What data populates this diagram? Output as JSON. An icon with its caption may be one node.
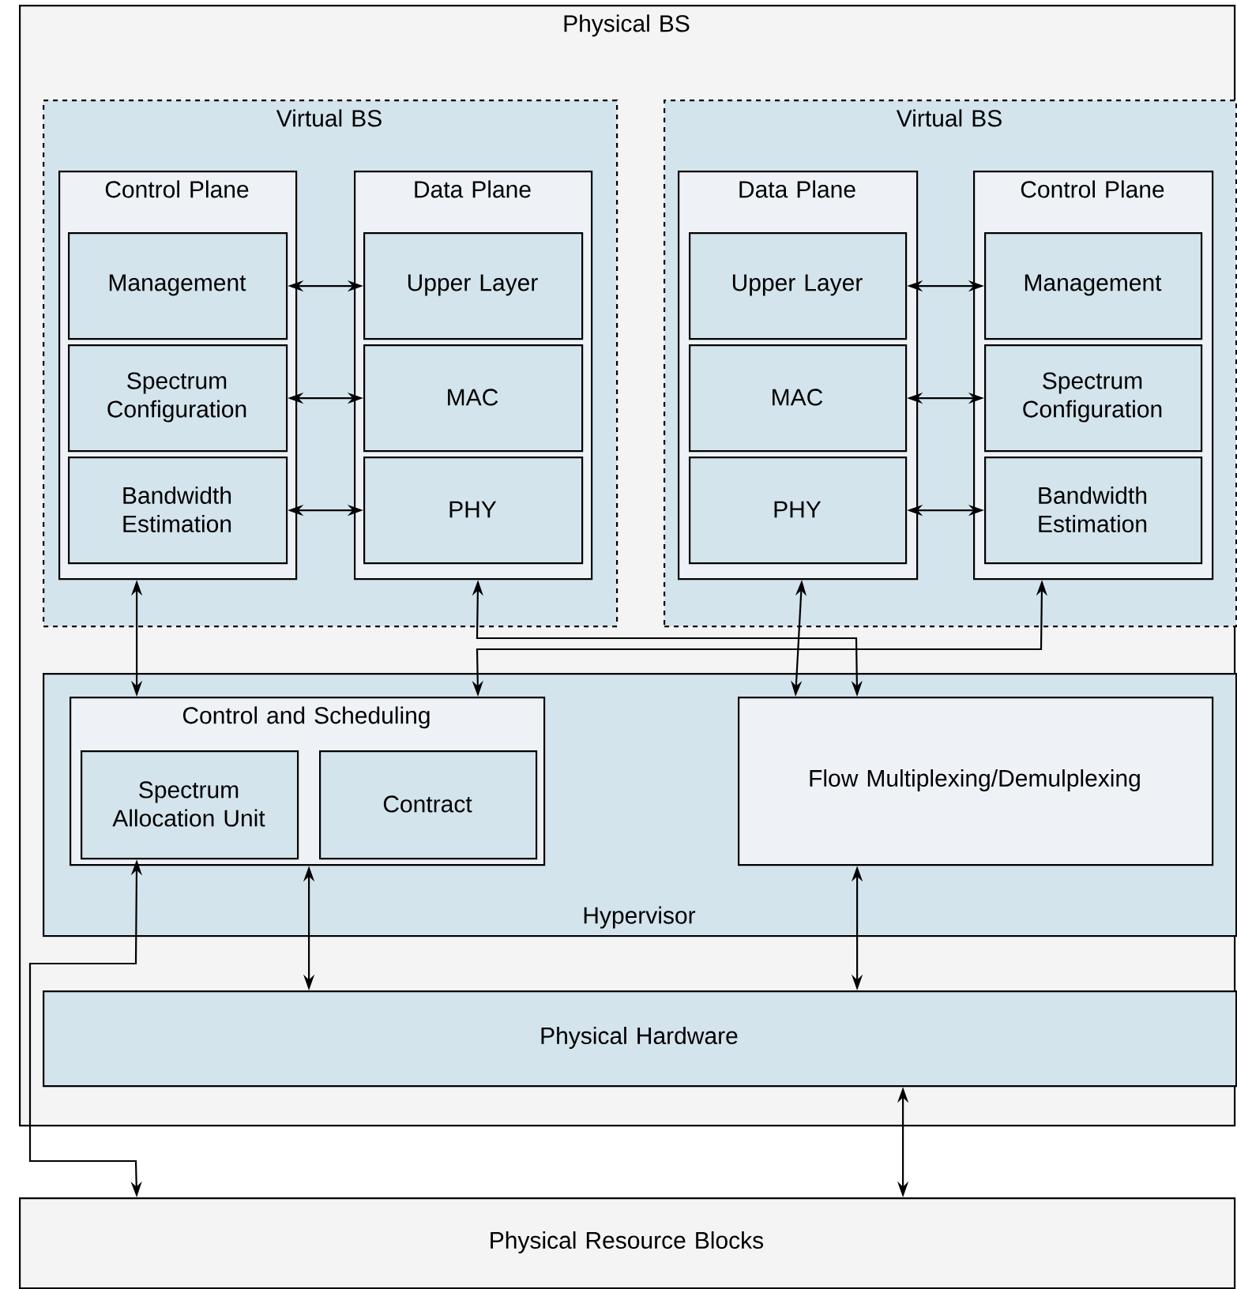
{
  "diagram": {
    "nodes": [
      {
        "text": [
          "Physical BS"
        ]
      },
      {
        "text": [
          "Virtual BS"
        ],
        "in": 0
      },
      {
        "text": [
          "Control Plane"
        ],
        "in": 1
      },
      {
        "text": [
          "Management"
        ],
        "in": 2
      },
      {
        "text": [
          "Spectrum Configuration"
        ],
        "in": 2
      },
      {
        "text": [
          "Bandwidth Estimation"
        ],
        "in": 2
      },
      {
        "text": [
          "Data Plane"
        ],
        "in": 1
      },
      {
        "text": [
          "Upper Layer"
        ],
        "in": 6
      },
      {
        "text": [
          "MAC"
        ],
        "in": 6
      },
      {
        "text": [
          "PHY"
        ],
        "in": 6
      },
      {
        "text": [
          "Virtual BS"
        ],
        "in": 0
      },
      {
        "text": [
          "Data Plane"
        ],
        "in": 10
      },
      {
        "text": [
          "Upper Layer"
        ],
        "in": 11
      },
      {
        "text": [
          "MAC"
        ],
        "in": 11
      },
      {
        "text": [
          "PHY"
        ],
        "in": 11
      },
      {
        "text": [
          "Control Plane"
        ],
        "in": 10
      },
      {
        "text": [
          "Management"
        ],
        "in": 15
      },
      {
        "text": [
          "Spectrum Configuration"
        ],
        "in": 15
      },
      {
        "text": [
          "Bandwidth Estimation"
        ],
        "in": 15
      },
      {
        "text": [
          "Hypervisor"
        ],
        "in": 0
      },
      {
        "text": [
          "Control and Scheduling"
        ],
        "in": 19
      },
      {
        "text": [
          "Spectrum Allocation Unit"
        ],
        "in": 20
      },
      {
        "text": [
          "Contract"
        ],
        "in": 20
      },
      {
        "text": [
          "Flow Multiplexing/Demulplexing"
        ],
        "in": 19
      },
      {
        "text": [
          "Physical Hardware"
        ],
        "in": 0
      },
      {
        "text": [
          "Physical Resource Blocks"
        ]
      }
    ],
    "edges": [
      {
        "from": 3,
        "to": 7,
        "arrow": "both"
      },
      {
        "from": 4,
        "to": 8,
        "arrow": "both"
      },
      {
        "from": 5,
        "to": 9,
        "arrow": "both"
      },
      {
        "from": 12,
        "to": 16,
        "arrow": "both"
      },
      {
        "from": 13,
        "to": 17,
        "arrow": "both"
      },
      {
        "from": 14,
        "to": 18,
        "arrow": "both"
      },
      {
        "from": 2,
        "to": 20,
        "arrow": "both"
      },
      {
        "from": 6,
        "to": 23,
        "arrow": "both"
      },
      {
        "from": 15,
        "to": 20,
        "arrow": "both"
      },
      {
        "from": 11,
        "to": 23,
        "arrow": "both"
      },
      {
        "from": 21,
        "to": 25,
        "arrow": "both"
      },
      {
        "from": 20,
        "to": 24,
        "arrow": "both"
      },
      {
        "from": 23,
        "to": 24,
        "arrow": "both"
      },
      {
        "from": 24,
        "to": 25,
        "arrow": "both"
      }
    ]
  }
}
